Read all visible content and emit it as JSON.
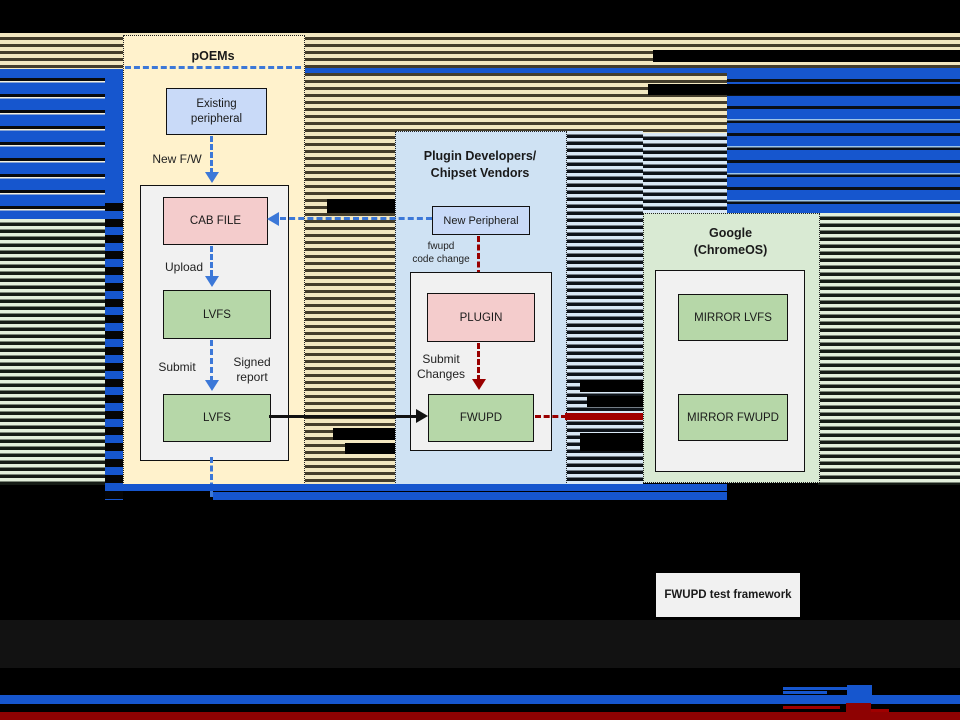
{
  "diagram": {
    "poems": {
      "title": "pOEMs",
      "existing_peripheral": "Existing peripheral",
      "new_fw_label": "New F/W",
      "cab_file": "CAB FILE",
      "upload_label": "Upload",
      "lvfs_upper": "LVFS",
      "submit_label": "Submit",
      "signed_report_line1": "Signed",
      "signed_report_line2": "report",
      "lvfs_lower": "LVFS"
    },
    "plugin_vendors": {
      "title_line1": "Plugin Developers/",
      "title_line2": "Chipset Vendors",
      "new_peripheral": "New Peripheral",
      "fwupd_code_change_line1": "fwupd",
      "fwupd_code_change_line2": "code change",
      "plugin": "PLUGIN",
      "submit_changes_line1": "Submit",
      "submit_changes_line2": "Changes",
      "fwupd": "FWUPD"
    },
    "google": {
      "title_line1": "Google",
      "title_line2": "(ChromeOS)",
      "mirror_lvfs": "MIRROR LVFS",
      "mirror_fwupd": "MIRROR FWUPD"
    },
    "fwupd_test_framework": "FWUPD test framework"
  },
  "colors": {
    "accent_blue": "#1656CE",
    "dashed_blue": "#3C78D8",
    "dashed_red": "#990000",
    "bottom_red_bar": "#8E0202",
    "cream_container": "#FFF2CC",
    "lightblue_container": "#CFE2F3",
    "green_container": "#D9EAD3",
    "node_blue": "#C9DAF8",
    "node_pink": "#F4CCCC",
    "node_green": "#B6D7A8",
    "subcontainer_gray": "#F1F1F1"
  }
}
